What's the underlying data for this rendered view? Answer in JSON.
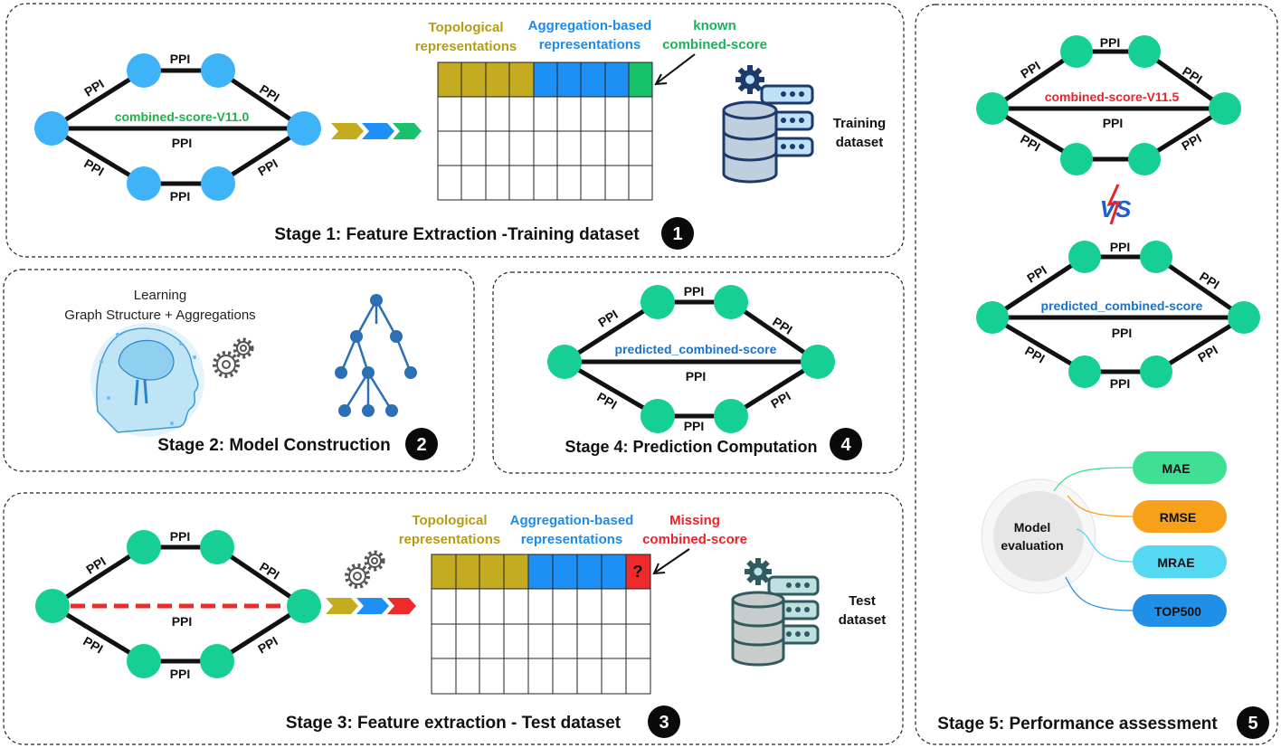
{
  "edge_label": "PPI",
  "stage1": {
    "title": "Stage 1: Feature Extraction -Training dataset",
    "num": "1",
    "center_label": "combined-score-V11.0",
    "col_topo_1": "Topological",
    "col_topo_2": "representations",
    "col_agg_1": "Aggregation-based",
    "col_agg_2": "representations",
    "col_known_1": "known",
    "col_known_2": "combined-score",
    "dataset_1": "Training",
    "dataset_2": "dataset"
  },
  "stage2": {
    "title": "Stage 2: Model Construction",
    "num": "2",
    "caption_1": "Learning",
    "caption_2": "Graph Structure + Aggregations"
  },
  "stage3": {
    "title": "Stage 3: Feature extraction - Test dataset",
    "num": "3",
    "col_topo_1": "Topological",
    "col_topo_2": "representations",
    "col_agg_1": "Aggregation-based",
    "col_agg_2": "representations",
    "col_missing_1": "Missing",
    "col_missing_2": "combined-score",
    "question": "?",
    "dataset_1": "Test",
    "dataset_2": "dataset"
  },
  "stage4": {
    "title": "Stage 4:  Prediction Computation",
    "num": "4",
    "center_label": "predicted_combined-score"
  },
  "stage5": {
    "title": "Stage 5: Performance assessment",
    "num": "5",
    "top_label": "combined-score-V11.5",
    "bottom_label": "predicted_combined-score",
    "vs": "VS",
    "eval_center_1": "Model",
    "eval_center_2": "evaluation",
    "metrics": [
      "MAE",
      "RMSE",
      "MRAE",
      "TOP500"
    ]
  },
  "colors": {
    "node_blue": "#3fb3f8",
    "node_green": "#16cf95",
    "topo": "#c5ab20",
    "agg": "#1e90f5",
    "known": "#18c26a",
    "missing": "#ef2a2a",
    "label_green": "#1bb24a",
    "label_blue": "#1a73c9",
    "label_red": "#e8232a",
    "label_topo": "#b69c14",
    "label_agg": "#1e8be8",
    "mae": "#3fe094",
    "rmse": "#f7a11a",
    "mrae": "#55d8f2",
    "top500": "#1f8fe8"
  }
}
